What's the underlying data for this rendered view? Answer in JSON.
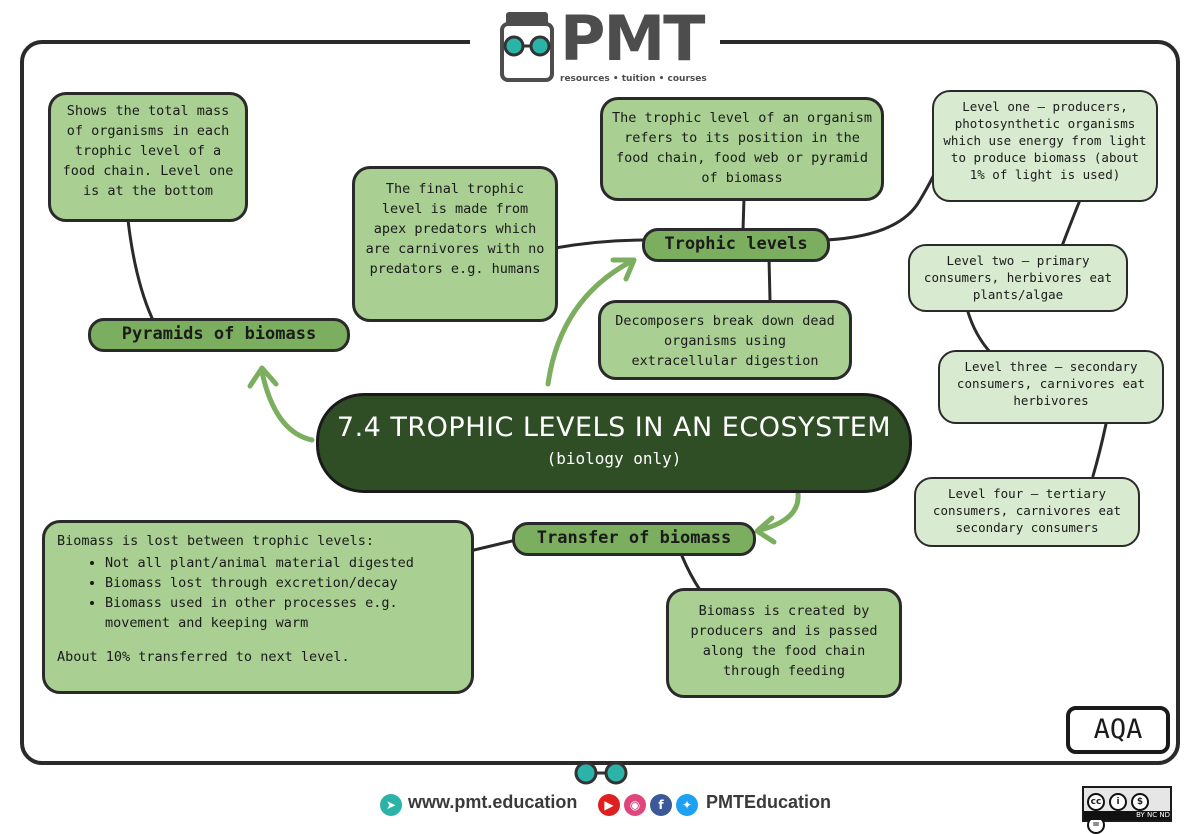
{
  "brand": {
    "name": "PMT",
    "tagline": "resources • tuition • courses"
  },
  "center": {
    "title": "7.4 TROPHIC LEVELS IN AN ECOSYSTEM",
    "subtitle": "(biology only)"
  },
  "topics": {
    "pyramids": "Pyramids of biomass",
    "trophic": "Trophic levels",
    "transfer": "Transfer of biomass"
  },
  "notes": {
    "pyramids_desc": "Shows the total mass of organisms in each trophic level of a food chain. Level one is at the bottom",
    "final_level": "The final trophic level is made from apex predators which are carnivores with no predators e.g. humans",
    "trophic_def": "The trophic level of an organism refers to its position in the food chain, food web or pyramid of biomass",
    "decomposers": "Decomposers break down dead organisms using extracellular digestion",
    "level_one": "Level one – producers, photosynthetic organisms which use energy from light to produce biomass (about 1% of light is used)",
    "level_two": "Level two – primary consumers, herbivores eat plants/algae",
    "level_three": "Level three – secondary consumers, carnivores eat herbivores",
    "level_four": "Level four – tertiary consumers, carnivores eat secondary consumers",
    "biomass_created": "Biomass is created by producers and is passed along the food chain through feeding",
    "biomass_lost": {
      "heading": "Biomass is lost between trophic levels:",
      "bullets": [
        "Not all plant/animal material digested",
        "Biomass lost through excretion/decay",
        "Biomass used in other processes e.g. movement and keeping warm"
      ],
      "footer": "About 10% transferred to next level."
    }
  },
  "exam_board": "AQA",
  "footer": {
    "website": "www.pmt.education",
    "social": "PMTEducation",
    "license": "BY NC ND"
  },
  "colors": {
    "center_fill": "#2f4e25",
    "topic_fill": "#7cae5f",
    "note_fill": "#a9cf93",
    "level_fill": "#d8ead0",
    "arrow": "#7cae5f"
  }
}
